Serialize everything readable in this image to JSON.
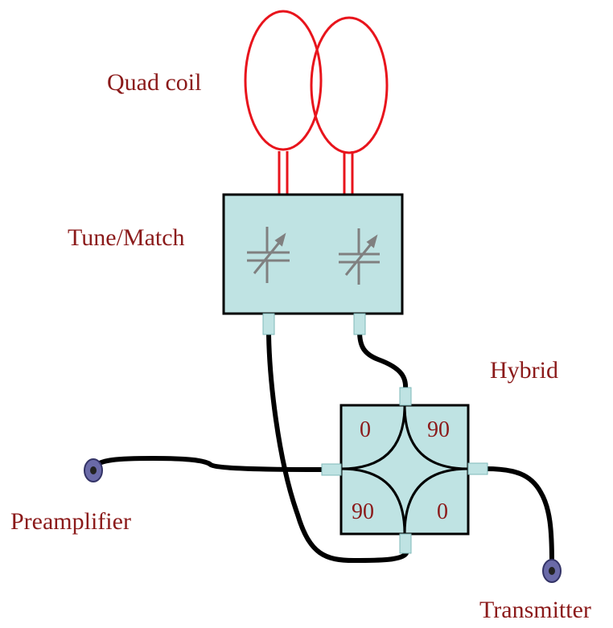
{
  "labels": {
    "quad_coil": "Quad coil",
    "tune_match": "Tune/Match",
    "hybrid": "Hybrid",
    "preamplifier": "Preamplifier",
    "transmitter": "Transmitter"
  },
  "hybrid_ports": {
    "top_left": "0",
    "top_right": "90",
    "bottom_left": "90",
    "bottom_right": "0"
  },
  "colors": {
    "label_text": "#8b1a1a",
    "coil": "#e8141c",
    "box_fill": "#bfe3e3",
    "connector": "#5a5a9a",
    "cable": "#000000",
    "capacitor": "#808080"
  }
}
